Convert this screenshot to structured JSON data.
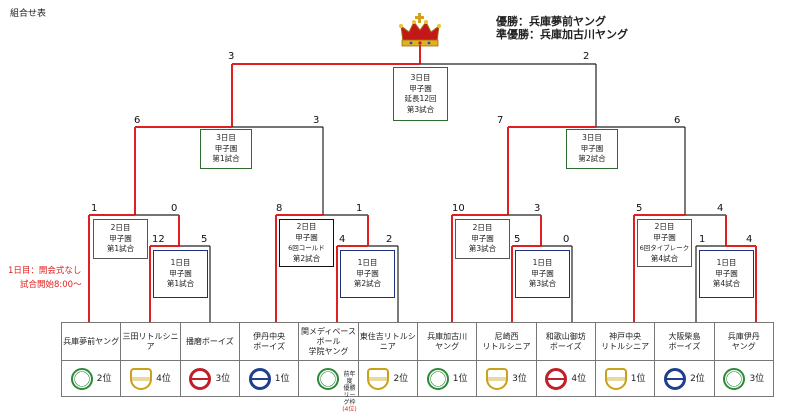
{
  "page": {
    "title": "組合せ表"
  },
  "result": {
    "winner": "優勝：兵庫夢前ヤング",
    "runner_up": "準優勝：兵庫加古川ヤング"
  },
  "note": {
    "line1": "1日目：開会式なし",
    "line2": "試合開始8:00～"
  },
  "colors": {
    "win_line": "#e02020",
    "line": "#222222"
  },
  "teams": [
    {
      "name": "兵庫夢前ヤング",
      "rank": "2位",
      "emblem": "ball",
      "color": "#2e8b3a"
    },
    {
      "name": "三田リトルシニア",
      "rank": "4位",
      "emblem": "shield",
      "color": "#c9a11a"
    },
    {
      "name": "播磨ボーイズ",
      "rank": "3位",
      "emblem": "circle",
      "color": "#c0202a"
    },
    {
      "name": "伊丹中央\nボーイズ",
      "rank": "1位",
      "emblem": "circle",
      "color": "#1f3f8f"
    },
    {
      "name": "関メディベース\nボール\n学院ヤング",
      "rank": "",
      "emblem": "ball",
      "color": "#2e8b3a",
      "extra_line1": "前年度",
      "extra_line2": "優勝",
      "extra_line3": "リーグ枠",
      "extra_line4": "(4位)"
    },
    {
      "name": "東住吉リトルシ\nニア",
      "rank": "2位",
      "emblem": "shield",
      "color": "#c9a11a"
    },
    {
      "name": "兵庫加古川\nヤング",
      "rank": "1位",
      "emblem": "ball",
      "color": "#2e8b3a"
    },
    {
      "name": "尼崎西\nリトルシニア",
      "rank": "3位",
      "emblem": "shield",
      "color": "#c9a11a"
    },
    {
      "name": "和歌山御坊\nボーイズ",
      "rank": "4位",
      "emblem": "circle",
      "color": "#c0202a"
    },
    {
      "name": "神戸中央\nリトルシニア",
      "rank": "1位",
      "emblem": "shield",
      "color": "#c9a11a"
    },
    {
      "name": "大阪柴島\nボーイズ",
      "rank": "2位",
      "emblem": "circle",
      "color": "#1f3f8f"
    },
    {
      "name": "兵庫伊丹\nヤング",
      "rank": "3位",
      "emblem": "ball",
      "color": "#2e8b3a"
    }
  ],
  "matches": [
    {
      "id": "d1m1",
      "lines": [
        "1日目",
        "甲子園",
        "第1試合"
      ],
      "border": "blue"
    },
    {
      "id": "d1m2",
      "lines": [
        "1日目",
        "甲子園",
        "第2試合"
      ],
      "border": "blue"
    },
    {
      "id": "d1m3",
      "lines": [
        "1日目",
        "甲子園",
        "第3試合"
      ],
      "border": "blue"
    },
    {
      "id": "d1m4",
      "lines": [
        "1日目",
        "甲子園",
        "第4試合"
      ],
      "border": "blue"
    },
    {
      "id": "d2m1",
      "lines": [
        "2日目",
        "甲子園",
        "第1試合"
      ],
      "border": "gray"
    },
    {
      "id": "d2m2",
      "lines": [
        "2日目",
        "甲子園",
        "6回コールド",
        "第2試合"
      ],
      "border": "black"
    },
    {
      "id": "d2m3",
      "lines": [
        "2日目",
        "甲子園",
        "第3試合"
      ],
      "border": "gray"
    },
    {
      "id": "d2m4",
      "lines": [
        "2日目",
        "甲子園",
        "6回タイブレーク",
        "第4試合"
      ],
      "border": "gray"
    },
    {
      "id": "d3m1",
      "lines": [
        "3日目",
        "甲子園",
        "第1試合"
      ],
      "border": "green"
    },
    {
      "id": "d3m2",
      "lines": [
        "3日目",
        "甲子園",
        "第2試合"
      ],
      "border": "green"
    },
    {
      "id": "d3m3",
      "lines": [
        "3日目",
        "甲子園",
        "延長12回",
        "第3試合"
      ],
      "border": "green"
    }
  ],
  "scores": [
    "3",
    "2",
    "6",
    "3",
    "7",
    "6",
    "1",
    "0",
    "8",
    "1",
    "10",
    "3",
    "5",
    "4",
    "12",
    "5",
    "4",
    "2",
    "5",
    "0",
    "1",
    "4"
  ]
}
